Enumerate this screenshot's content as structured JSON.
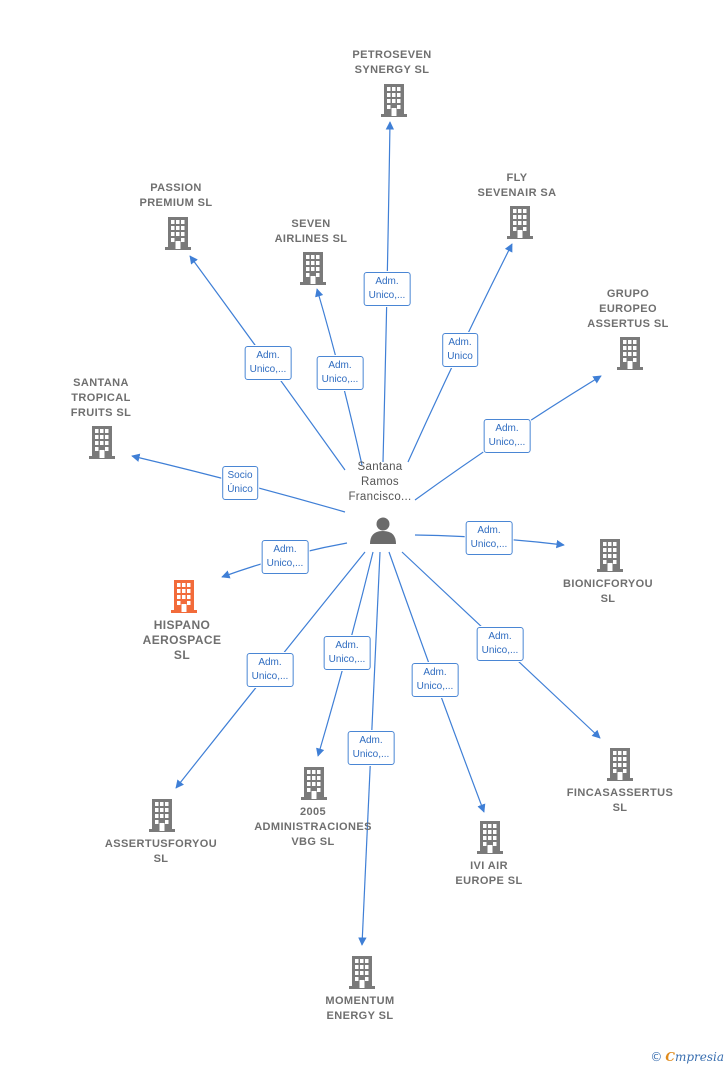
{
  "colors": {
    "edge": "#3f7fd6",
    "building": "#7a7a7a",
    "highlight": "#f26b3a",
    "person": "#6b6b6b"
  },
  "person": {
    "label": "Santana\nRamos\nFrancisco..."
  },
  "companies": [
    {
      "id": "petroseven",
      "label": "PETROSEVEN\nSYNERGY  SL"
    },
    {
      "id": "fly",
      "label": "FLY\nSEVENAIR SA"
    },
    {
      "id": "passion",
      "label": "PASSION\nPREMIUM  SL"
    },
    {
      "id": "seven",
      "label": "SEVEN\nAIRLINES  SL"
    },
    {
      "id": "grupo",
      "label": "GRUPO\nEUROPEO\nASSERTUS  SL"
    },
    {
      "id": "santana",
      "label": "SANTANA\nTROPICAL\nFRUITS  SL"
    },
    {
      "id": "hispano",
      "label": "HISPANO\nAEROSPACE\nSL",
      "main": true
    },
    {
      "id": "bionic",
      "label": "BIONICFORYOU\nSL"
    },
    {
      "id": "finca",
      "label": "FINCASASSERTUS\nSL"
    },
    {
      "id": "assertus",
      "label": "ASSERTUSFORYOU\nSL"
    },
    {
      "id": "admin2005",
      "label": "2005\nADMINISTRACIONES\nVBG SL"
    },
    {
      "id": "iviair",
      "label": "IVI AIR\nEUROPE  SL"
    },
    {
      "id": "momentum",
      "label": "MOMENTUM\nENERGY  SL"
    }
  ],
  "edges": [
    {
      "to": "petroseven",
      "label": "Adm.\nUnico,..."
    },
    {
      "to": "fly",
      "label": "Adm.\nUnico"
    },
    {
      "to": "passion",
      "label": "Adm.\nUnico,..."
    },
    {
      "to": "seven",
      "label": "Adm.\nUnico,..."
    },
    {
      "to": "grupo",
      "label": "Adm.\nUnico,..."
    },
    {
      "to": "santana",
      "label": "Socio\nÚnico"
    },
    {
      "to": "hispano",
      "label": "Adm.\nUnico,..."
    },
    {
      "to": "bionic",
      "label": "Adm.\nUnico,..."
    },
    {
      "to": "finca",
      "label": "Adm.\nUnico,..."
    },
    {
      "to": "assertus",
      "label": "Adm.\nUnico,..."
    },
    {
      "to": "admin2005",
      "label": "Adm.\nUnico,..."
    },
    {
      "to": "iviair",
      "label": "Adm.\nUnico,..."
    },
    {
      "to": "momentum",
      "label": "Adm.\nUnico,..."
    }
  ],
  "footer": {
    "copyright": "©",
    "brand_e": "C",
    "brand_rest": "mpresia"
  }
}
